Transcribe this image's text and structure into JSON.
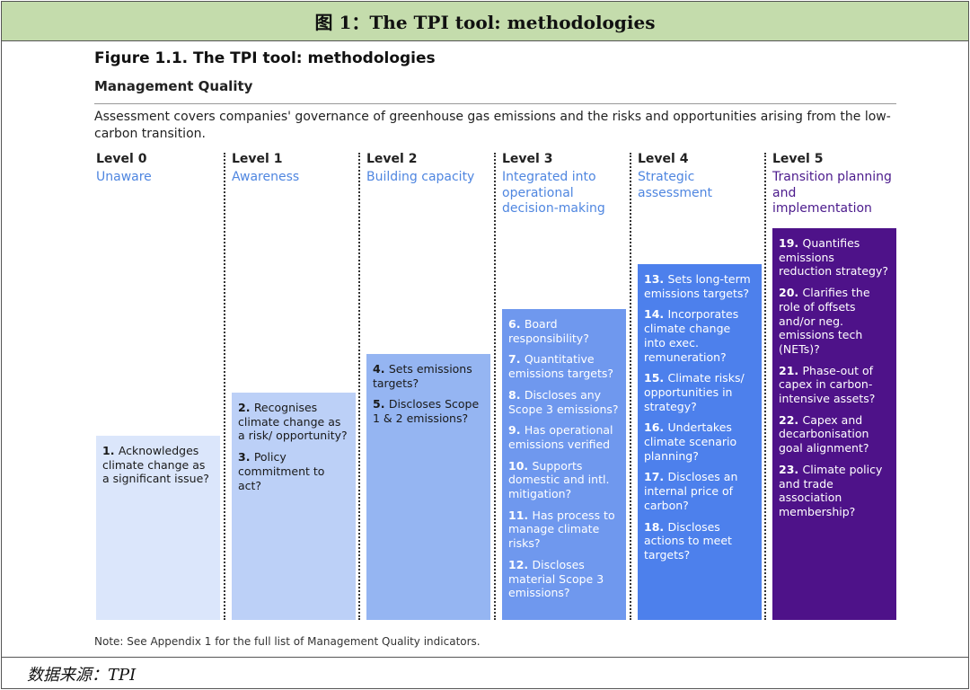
{
  "banner": {
    "title": "图 1：The TPI tool: methodologies"
  },
  "figure": {
    "title": "Figure 1.1. The TPI tool: methodologies",
    "section": "Management Quality",
    "description": "Assessment covers companies' governance of greenhouse gas emissions and the risks and opportunities arising from the low-carbon transition."
  },
  "levels": [
    {
      "level": "Level 0",
      "name": "Unaware",
      "color": "#dbe6fb",
      "text_color": "#1a1a1a",
      "indicators": [
        {
          "num": "1.",
          "text": "Acknowledges climate change as a significant issue?"
        }
      ]
    },
    {
      "level": "Level 1",
      "name": "Awareness",
      "color": "#bcd0f7",
      "text_color": "#1a1a1a",
      "indicators": [
        {
          "num": "2.",
          "text": "Recognises climate change as a risk/ opportunity?"
        },
        {
          "num": "3.",
          "text": "Policy commitment to act?"
        }
      ]
    },
    {
      "level": "Level 2",
      "name": "Building capacity",
      "color": "#95b5f2",
      "text_color": "#1a1a1a",
      "indicators": [
        {
          "num": "4.",
          "text": "Sets emissions targets?"
        },
        {
          "num": "5.",
          "text": "Discloses Scope 1 & 2 emissions?"
        }
      ]
    },
    {
      "level": "Level 3",
      "name": "Integrated into operational decision-making",
      "color": "#6f98ee",
      "text_color": "#ffffff",
      "indicators": [
        {
          "num": "6.",
          "text": "Board responsibility?"
        },
        {
          "num": "7.",
          "text": "Quantitative emissions targets?"
        },
        {
          "num": "8.",
          "text": "Discloses any Scope 3 emissions?"
        },
        {
          "num": "9.",
          "text": "Has operational emissions verified"
        },
        {
          "num": "10.",
          "text": "Supports domestic and intl. mitigation?"
        },
        {
          "num": "11.",
          "text": "Has process to manage climate risks?"
        },
        {
          "num": "12.",
          "text": "Discloses material Scope 3 emissions?"
        }
      ]
    },
    {
      "level": "Level 4",
      "name": "Strategic assessment",
      "color": "#4d80ec",
      "text_color": "#ffffff",
      "indicators": [
        {
          "num": "13.",
          "text": "Sets long-term emissions targets?"
        },
        {
          "num": "14.",
          "text": "Incorporates climate change into exec. remuneration?"
        },
        {
          "num": "15.",
          "text": "Climate risks/ opportunities in strategy?"
        },
        {
          "num": "16.",
          "text": "Undertakes climate scenario planning?"
        },
        {
          "num": "17.",
          "text": "Discloses an internal price of carbon?"
        },
        {
          "num": "18.",
          "text": "Discloses actions to meet targets?"
        }
      ]
    },
    {
      "level": "Level 5",
      "name": "Transition planning and implementation",
      "color": "#4e1289",
      "text_color": "#ffffff",
      "indicators": [
        {
          "num": "19.",
          "text": "Quantifies emissions reduction strategy?"
        },
        {
          "num": "20.",
          "text": "Clarifies the role of offsets and/or neg. emissions tech (NETs)?"
        },
        {
          "num": "21.",
          "text": "Phase-out of capex in carbon-intensive assets?"
        },
        {
          "num": "22.",
          "text": "Capex and decarbonisation goal alignment?"
        },
        {
          "num": "23.",
          "text": "Climate policy and trade association membership?"
        }
      ]
    }
  ],
  "note": "Note: See Appendix 1 for the full list of Management Quality indicators.",
  "source": "数据来源：TPI"
}
